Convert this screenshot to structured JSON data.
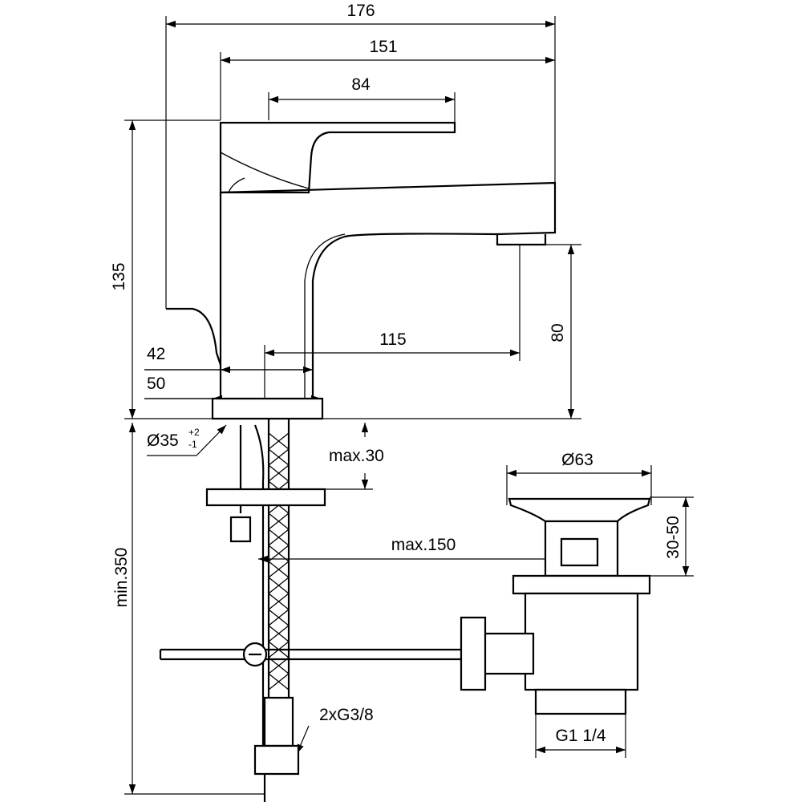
{
  "drawing": {
    "title": "Basin mixer technical drawing",
    "dimensions": {
      "overall_length": "176",
      "spout_length": "151",
      "lever_length": "84",
      "height": "135",
      "spout_clearance": "80",
      "spout_reach": "115",
      "body_width_a": "42",
      "body_width_b": "50",
      "hole_diameter": "Ø35",
      "hole_tol_plus": "+2",
      "hole_tol_minus": "-1",
      "max_deck": "max.30",
      "waste_diameter": "Ø63",
      "waste_height": "30-50",
      "max_rod": "max.150",
      "min_hose": "min.350",
      "hose_thread": "2xG3/8",
      "waste_thread": "G1 1/4"
    }
  }
}
